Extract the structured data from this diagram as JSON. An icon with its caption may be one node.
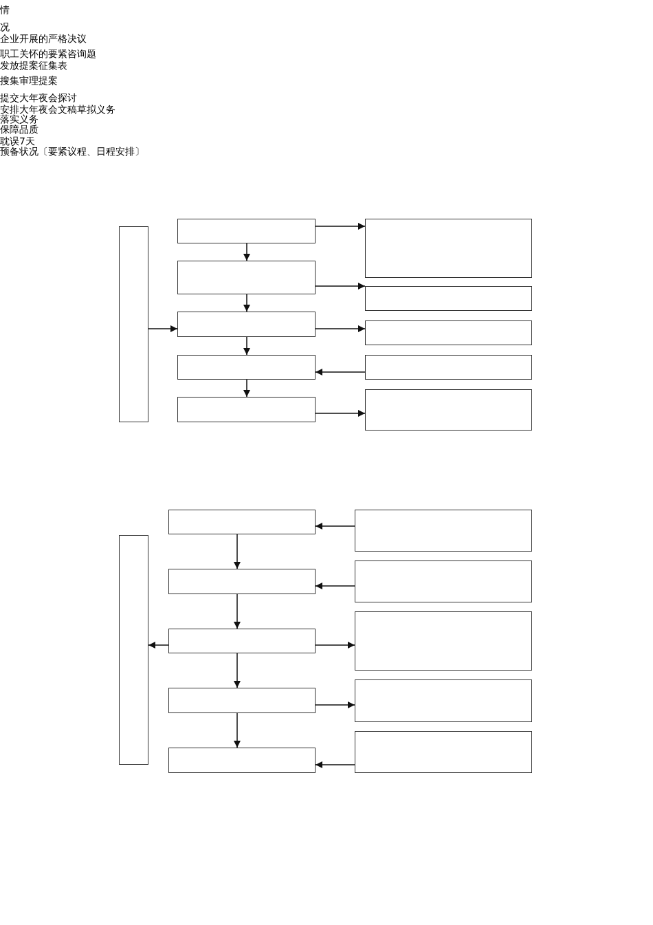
{
  "diagram": {
    "nodes": [
      {
        "text": [],
        "shape": "box"
      },
      {
        "text": [],
        "shape": "box"
      },
      {
        "text": [],
        "shape": "box"
      },
      {
        "text": [],
        "shape": "box"
      },
      {
        "text": [],
        "shape": "box"
      },
      {
        "text": [],
        "shape": "box"
      },
      {
        "text": [],
        "shape": "box"
      },
      {
        "text": [],
        "shape": "box"
      },
      {
        "text": [],
        "shape": "box"
      },
      {
        "text": [],
        "shape": "box"
      },
      {
        "text": [],
        "shape": "box"
      },
      {
        "text": [],
        "shape": "box"
      },
      {
        "text": [],
        "shape": "box"
      },
      {
        "text": [],
        "shape": "box"
      },
      {
        "text": [],
        "shape": "box"
      },
      {
        "text": [],
        "shape": "box"
      },
      {
        "text": [],
        "shape": "box"
      },
      {
        "text": [],
        "shape": "box"
      },
      {
        "text": [],
        "shape": "box"
      },
      {
        "text": [],
        "shape": "box"
      },
      {
        "text": [],
        "shape": "box"
      },
      {
        "text": [],
        "shape": "box"
      }
    ],
    "edges": [
      {
        "from": 1,
        "to": 6,
        "arrow": "to"
      },
      {
        "from": 1,
        "to": 2,
        "arrow": "to"
      },
      {
        "from": 2,
        "to": 7,
        "arrow": "to"
      },
      {
        "from": 2,
        "to": 3,
        "arrow": "to"
      },
      {
        "from": 0,
        "to": 3,
        "arrow": "to"
      },
      {
        "from": 3,
        "to": 8,
        "arrow": "to"
      },
      {
        "from": 3,
        "to": 4,
        "arrow": "to"
      },
      {
        "from": 9,
        "to": 4,
        "arrow": "to"
      },
      {
        "from": 4,
        "to": 5,
        "arrow": "to"
      },
      {
        "from": 5,
        "to": 10,
        "arrow": "to"
      },
      {
        "from": 17,
        "to": 12,
        "arrow": "to"
      },
      {
        "from": 12,
        "to": 13,
        "arrow": "to"
      },
      {
        "from": 18,
        "to": 13,
        "arrow": "to"
      },
      {
        "from": 13,
        "to": 14,
        "arrow": "to"
      },
      {
        "from": 14,
        "to": 11,
        "arrow": "to"
      },
      {
        "from": 14,
        "to": 19,
        "arrow": "to"
      },
      {
        "from": 14,
        "to": 15,
        "arrow": "to"
      },
      {
        "from": 15,
        "to": 20,
        "arrow": "to"
      },
      {
        "from": 15,
        "to": 16,
        "arrow": "to"
      },
      {
        "from": 21,
        "to": 16,
        "arrow": "to"
      }
    ],
    "labels": [
      "情",
      "况",
      "企业开展的严格决议",
      "职工关怀的要紧咨询题",
      "发放提案征集表",
      "搜集审理提案",
      "提交大年夜会探讨",
      "安排大年夜会文稿草拟义务",
      "落实义务",
      "保障品质",
      "耽误7天",
      "预备状况〔要紧议程、日程安排〕"
    ]
  }
}
